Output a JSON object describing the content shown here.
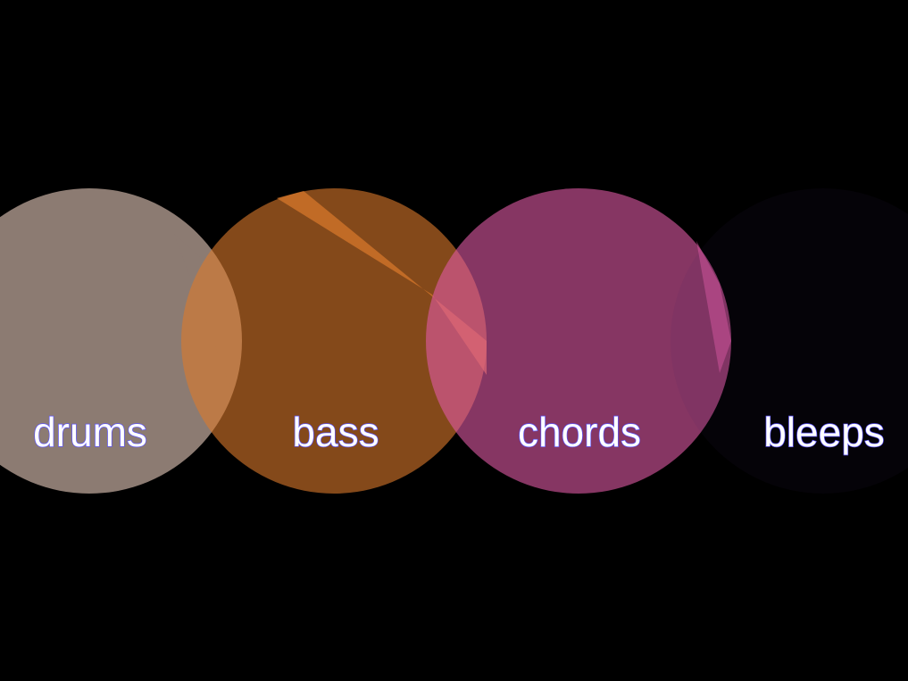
{
  "pads": [
    {
      "id": "drums",
      "label": "drums",
      "color": "#8c7b72",
      "opacity": 1.0
    },
    {
      "id": "bass",
      "label": "bass",
      "color": "#dc7a2c",
      "opacity": 0.6
    },
    {
      "id": "chords",
      "label": "chords",
      "color": "#e05aa5",
      "opacity": 0.6
    },
    {
      "id": "bleeps",
      "label": "bleeps",
      "color": "#3a2a6a",
      "opacity": 0.08
    }
  ],
  "colors": {
    "background": "#000000",
    "label_fill": "#ffffff",
    "label_outline": "#5b52ff"
  }
}
